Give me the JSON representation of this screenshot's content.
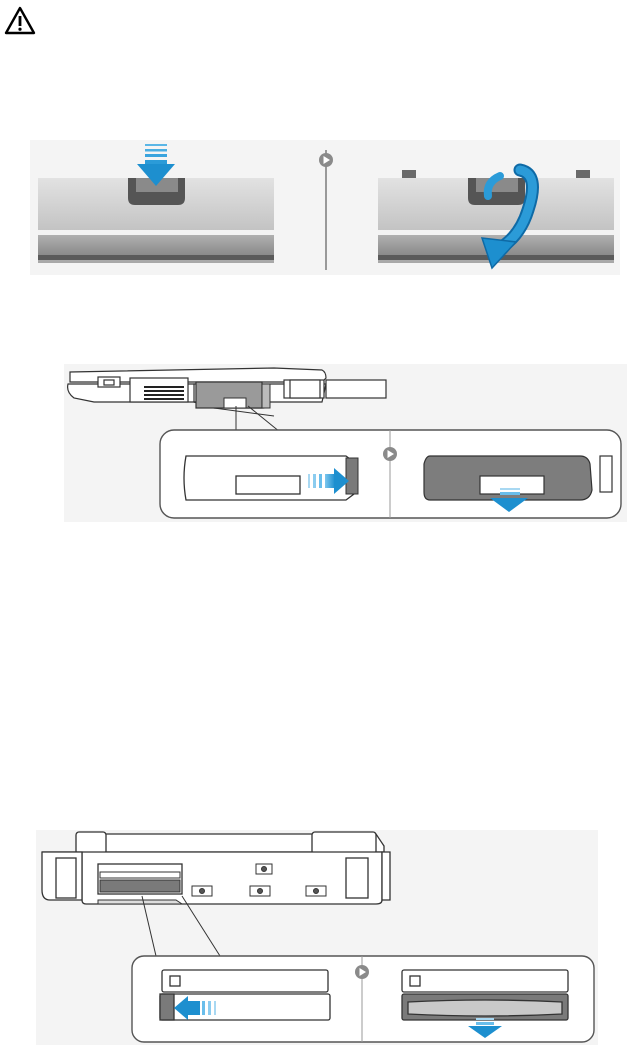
{
  "page": {
    "warning_icon": "warning-triangle-icon",
    "figures": [
      {
        "id": "battery-latch-release",
        "steps": [
          "press-latch-down",
          "rotate-battery-out"
        ]
      },
      {
        "id": "side-bay-slide-latch",
        "steps": [
          "slide-latch-right",
          "pull-tray-out"
        ]
      },
      {
        "id": "rear-bay-slide-latch",
        "steps": [
          "slide-latch-left",
          "pull-tray-out"
        ]
      }
    ]
  },
  "colors": {
    "arrow_blue": "#1d8fcf",
    "panel_light": "#d9d9d9",
    "panel_mid": "#b5b5b5",
    "panel_dark": "#7a7a7a",
    "line": "#333333"
  }
}
